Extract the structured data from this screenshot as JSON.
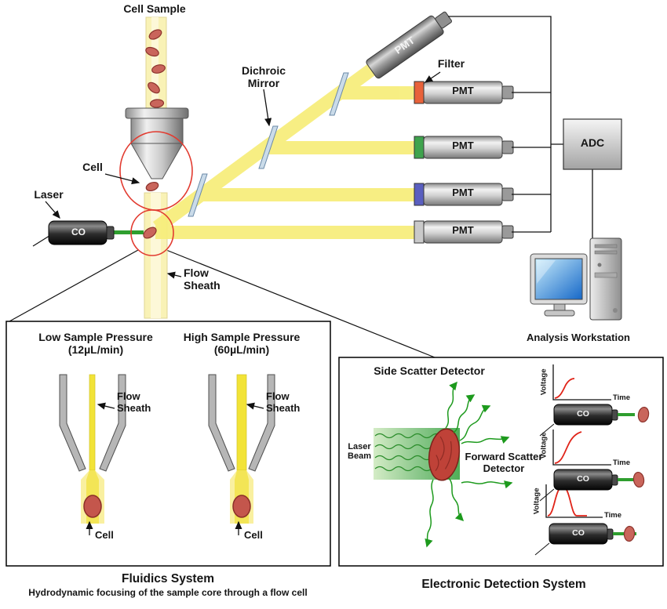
{
  "main": {
    "cell_sample": "Cell Sample",
    "dichroic_l1": "Dichroic",
    "dichroic_l2": "Mirror",
    "filter": "Filter",
    "cell": "Cell",
    "laser": "Laser",
    "co": "CO",
    "flow_l1": "Flow",
    "flow_l2": "Sheath",
    "pmt": "PMT",
    "adc": "ADC",
    "workstation": "Analysis Workstation"
  },
  "fluidics": {
    "low_l1": "Low Sample Pressure",
    "low_l2": "(12µL/min)",
    "high_l1": "High Sample Pressure",
    "high_l2": "(60µL/min)",
    "flow_l1": "Flow",
    "flow_l2": "Sheath",
    "cell": "Cell",
    "title": "Fluidics System",
    "subtitle": "Hydrodynamic focusing of the sample core through a flow cell"
  },
  "electronic": {
    "side_scatter": "Side Scatter Detector",
    "laser_l1": "Laser",
    "laser_l2": "Beam",
    "forward_l1": "Forward Scatter",
    "forward_l2": "Detector",
    "voltage": "Voltage",
    "time": "Time",
    "co": "CO",
    "title": "Electronic Detection System"
  },
  "colors": {
    "beam_yellow": "#f7ee7d",
    "laser_green": "#2e9e2e",
    "cell_red": "#c9655b",
    "highlight_red": "#e23b30",
    "mirror_blue": "#cadbe9"
  }
}
